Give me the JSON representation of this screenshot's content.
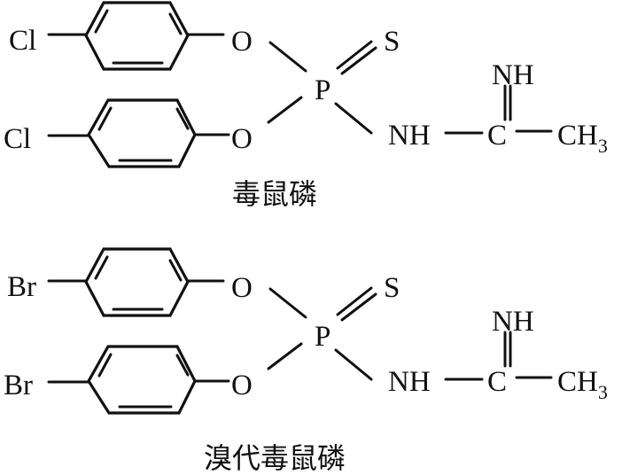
{
  "structures": [
    {
      "name": "毒鼠磷",
      "halogen": "Cl",
      "oxygen": "O",
      "phosphorus": "P",
      "sulfur": "S",
      "amine": "NH",
      "carbon": "C",
      "imine": "NH",
      "methyl": "CH",
      "methyl_subscript": "3"
    },
    {
      "name": "溴代毒鼠磷",
      "halogen": "Br",
      "oxygen": "O",
      "phosphorus": "P",
      "sulfur": "S",
      "amine": "NH",
      "carbon": "C",
      "imine": "NH",
      "methyl": "CH",
      "methyl_subscript": "3"
    }
  ],
  "colors": {
    "ink": "#111111",
    "background": "#ffffff"
  }
}
